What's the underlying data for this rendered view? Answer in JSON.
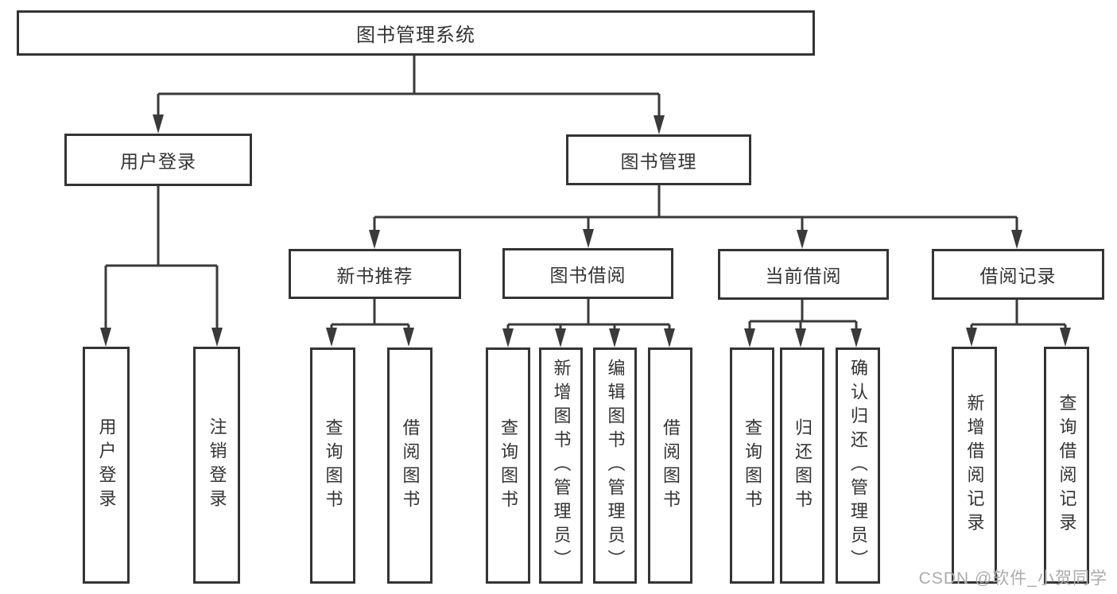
{
  "colors": {
    "line": "#3a3a3a",
    "box_border": "#343434",
    "text": "#333333",
    "watermark": "#ababab"
  },
  "root": {
    "label": "图书管理系统"
  },
  "branches": [
    {
      "label": "用户登录",
      "children": [
        {
          "label": "用户登录"
        },
        {
          "label": "注销登录"
        }
      ]
    },
    {
      "label": "图书管理",
      "children": [
        {
          "label": "新书推荐",
          "children": [
            {
              "label": "查询图书"
            },
            {
              "label": "借阅图书"
            }
          ]
        },
        {
          "label": "图书借阅",
          "children": [
            {
              "label": "查询图书"
            },
            {
              "label": "新增图书（管理员）"
            },
            {
              "label": "编辑图书（管理员）"
            },
            {
              "label": "借阅图书"
            }
          ]
        },
        {
          "label": "当前借阅",
          "children": [
            {
              "label": "查询图书"
            },
            {
              "label": "归还图书"
            },
            {
              "label": "确认归还（管理员）"
            }
          ]
        },
        {
          "label": "借阅记录",
          "children": [
            {
              "label": "新增借阅记录"
            },
            {
              "label": "查询借阅记录"
            }
          ]
        }
      ]
    }
  ],
  "watermark": {
    "text": "CSDN @软件_小贺同学"
  }
}
